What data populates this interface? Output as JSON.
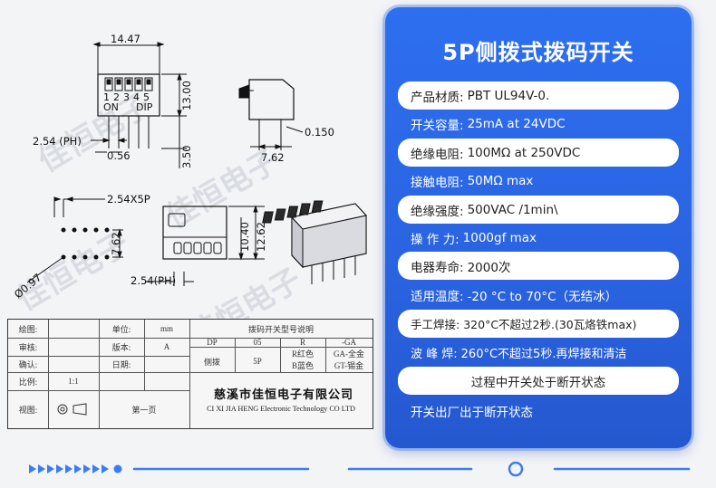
{
  "drawing": {
    "dims": {
      "width_top": "14.47",
      "height_top": "13.00",
      "pitch_top": "2.54 (PH)",
      "pin_width": "0.56",
      "pin_length": "3.50",
      "side_width": "7.62",
      "side_offset": "0.150",
      "pitch_5p": "2.54X5P",
      "row_spacing": "7.62",
      "hole_dia": "Ø0.97",
      "pitch_bottom": "2.54(PH)",
      "height_a": "10.40",
      "height_b": "12.62"
    },
    "switch_label_numbers": [
      "1",
      "2",
      "3",
      "4",
      "5"
    ],
    "switch_label_on": "ON",
    "switch_label_dip": "DIP",
    "watermark": "佳恒电子"
  },
  "title_block": {
    "draw_label": "绘图:",
    "check_label": "审核:",
    "confirm_label": "确认:",
    "scale_label": "比例:",
    "scale_value": "1:1",
    "view_label": "视图:",
    "unit_label": "单位:",
    "unit_value": "mm",
    "version_label": "版本:",
    "version_value": "A",
    "date_label": "日期:",
    "page_label": "第一页",
    "header": "拨码开关型号说明",
    "model_parts": [
      "DP",
      "05",
      "R",
      "-GA"
    ],
    "model_desc": [
      "侧拨",
      "5P",
      "R红色",
      "GA-全金"
    ],
    "model_desc2": [
      "B蓝色",
      "GT-锡金"
    ],
    "company": "慈溪市佳恒电子有限公司",
    "company_en": "CI XI JIA HENG Electronic Technology CO LTD"
  },
  "card": {
    "title": "5P侧拨式拨码开关",
    "rows": [
      {
        "label": "产品材质:",
        "value": "PBT UL94V-0."
      },
      {
        "label": "开关容量:",
        "value": "25mA at 24VDC"
      },
      {
        "label": "绝缘电阻:",
        "value": "100MΩ at 250VDC"
      },
      {
        "label": "接触电阻:",
        "value": "50MΩ max"
      },
      {
        "label": "绝缘强度:",
        "value": "500VAC /1min\\"
      },
      {
        "label": "操 作 力:",
        "value": "1000gf max"
      },
      {
        "label": "电器寿命:",
        "value": "2000次"
      },
      {
        "label": "适用温度:",
        "value": "-20 °C to 70°C（无结冰）"
      },
      {
        "label": "手工焊接:",
        "value": "320°C不超过2秒.(30瓦烙铁max)"
      },
      {
        "label": "波 峰 焊:",
        "value": "260°C不超过5秒.再焊接和清洁"
      },
      {
        "label": "",
        "value": "过程中开关处于断开状态"
      },
      {
        "label": "",
        "value": "开关出厂出于断开状态"
      }
    ]
  },
  "colors": {
    "card_blue": "#2a63e0",
    "accent": "#3b7cf0",
    "background": "#f3f4f6"
  },
  "icons": [
    "arrow-right-icon",
    "circle-ring-icon",
    "projection-symbol-icon"
  ]
}
